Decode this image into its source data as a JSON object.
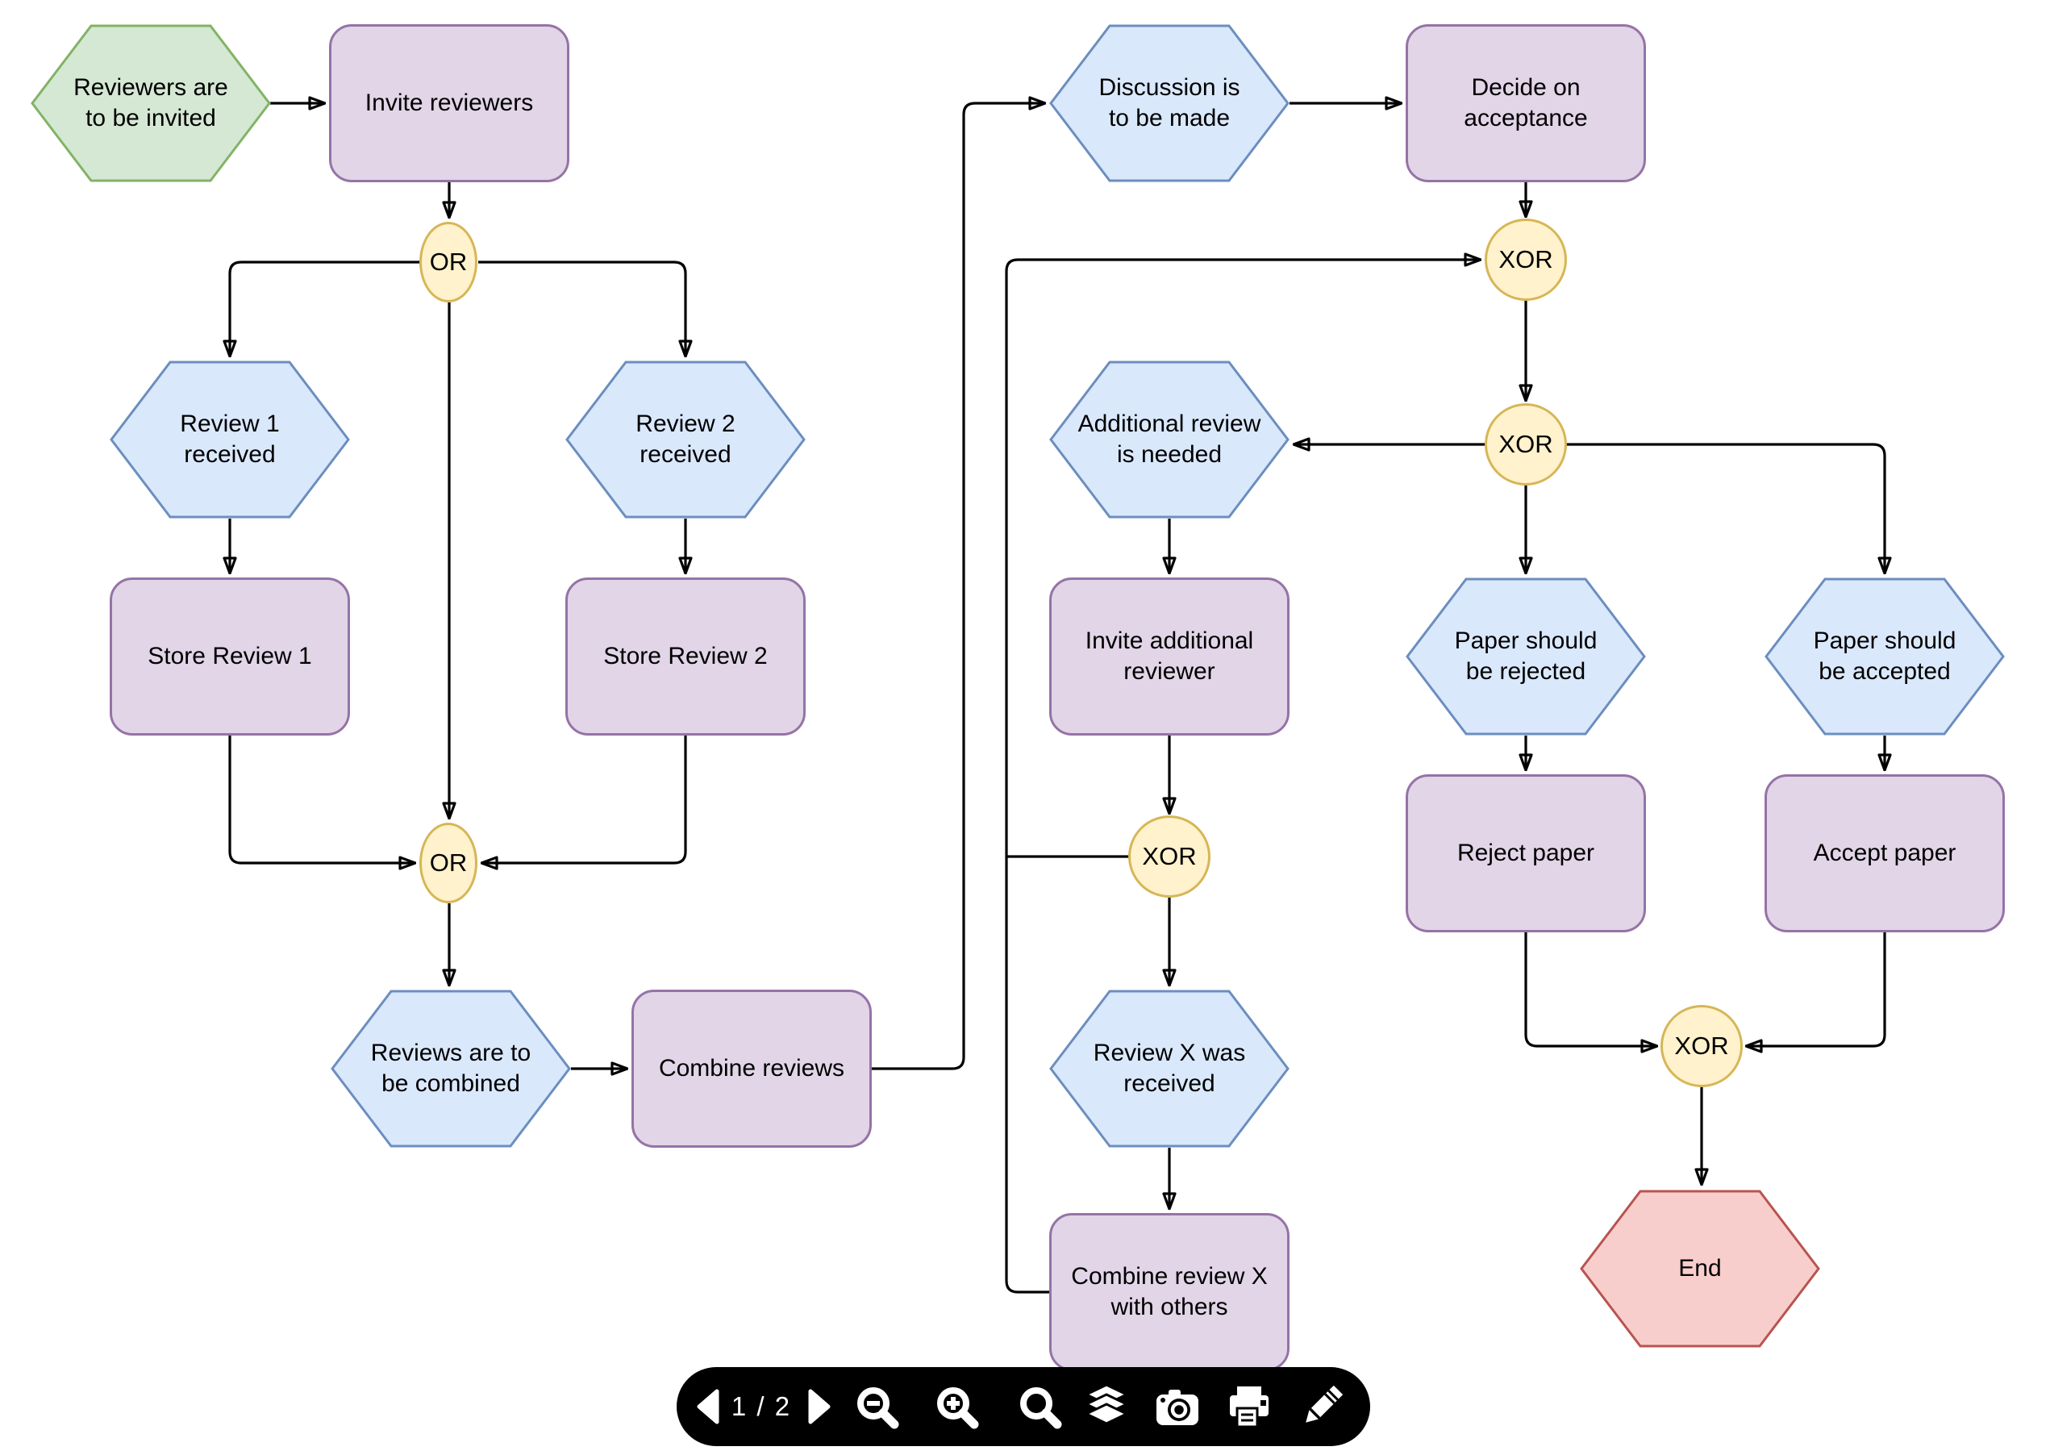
{
  "diagram": {
    "type": "EPC flowchart (event-driven process chain) of a paper review process",
    "colors": {
      "event_fill": "#dae8fc",
      "event_stroke": "#6c8ebf",
      "start_event_fill": "#d5e8d4",
      "start_event_stroke": "#82b366",
      "end_event_fill": "#f8cecc",
      "end_event_stroke": "#b85450",
      "function_fill": "#e1d5e7",
      "function_stroke": "#9673a6",
      "connector_fill": "#fff2cc",
      "connector_stroke": "#d6b656",
      "line_color": "#000000",
      "background": "#ffffff",
      "toolbar_bg": "#000000"
    },
    "nodes": {
      "start": {
        "label": "Reviewers are\nto be invited",
        "shape": "hexagon",
        "color": "green"
      },
      "invite_reviewers": {
        "label": "Invite reviewers",
        "shape": "rounded-rect",
        "color": "purple"
      },
      "discussion": {
        "label": "Discussion is\nto be made",
        "shape": "hexagon",
        "color": "blue"
      },
      "decide": {
        "label": "Decide on\nacceptance",
        "shape": "rounded-rect",
        "color": "purple"
      },
      "review1": {
        "label": "Review 1\nreceived",
        "shape": "hexagon",
        "color": "blue"
      },
      "review2": {
        "label": "Review 2\nreceived",
        "shape": "hexagon",
        "color": "blue"
      },
      "additional_review": {
        "label": "Additional review\nis needed",
        "shape": "hexagon",
        "color": "blue"
      },
      "store1": {
        "label": "Store Review 1",
        "shape": "rounded-rect",
        "color": "purple"
      },
      "store2": {
        "label": "Store Review 2",
        "shape": "rounded-rect",
        "color": "purple"
      },
      "invite_additional": {
        "label": "Invite additional\nreviewer",
        "shape": "rounded-rect",
        "color": "purple"
      },
      "paper_rejected": {
        "label": "Paper should\nbe rejected",
        "shape": "hexagon",
        "color": "blue"
      },
      "paper_accepted": {
        "label": "Paper should\nbe accepted",
        "shape": "hexagon",
        "color": "blue"
      },
      "reject": {
        "label": "Reject paper",
        "shape": "rounded-rect",
        "color": "purple"
      },
      "accept": {
        "label": "Accept paper",
        "shape": "rounded-rect",
        "color": "purple"
      },
      "reviews_combined": {
        "label": "Reviews are to\nbe combined",
        "shape": "hexagon",
        "color": "blue"
      },
      "combine_reviews": {
        "label": "Combine reviews",
        "shape": "rounded-rect",
        "color": "purple"
      },
      "review_x": {
        "label": "Review X was\nreceived",
        "shape": "hexagon",
        "color": "blue"
      },
      "combine_x": {
        "label": "Combine review X\nwith others",
        "shape": "rounded-rect",
        "color": "purple"
      },
      "end": {
        "label": "End",
        "shape": "hexagon",
        "color": "red"
      }
    },
    "connectors": {
      "or1": "OR",
      "or2": "OR",
      "xor1": "XOR",
      "xor2": "XOR",
      "xor3": "XOR",
      "xor4": "XOR"
    }
  },
  "toolbar": {
    "page_label": "1 / 2",
    "icons": [
      "prev-page-icon",
      "next-page-icon",
      "zoom-out-icon",
      "zoom-in-icon",
      "search-icon",
      "layers-icon",
      "camera-icon",
      "print-icon",
      "pencil-icon"
    ]
  }
}
